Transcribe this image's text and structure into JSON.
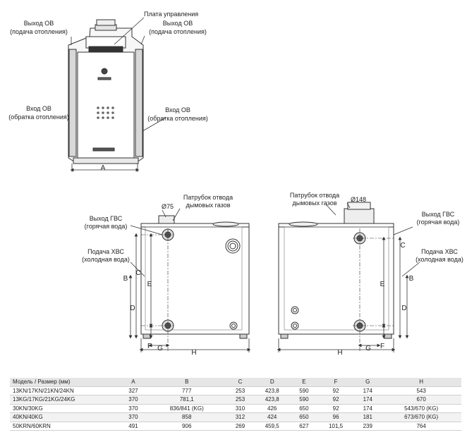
{
  "front_view": {
    "labels": {
      "control_panel": "Плата управления",
      "outlet_left_1": "Выход ОВ",
      "outlet_left_2": "(подача отопления)",
      "outlet_right_1": "Выход ОВ",
      "outlet_right_2": "(подача отопления)",
      "inlet_left_1": "Вход ОВ",
      "inlet_left_2": "(обратка отопления)",
      "inlet_right_1": "Вход ОВ",
      "inlet_right_2": "(обратка отопления)",
      "dim_a": "A"
    }
  },
  "side_view_left": {
    "labels": {
      "flue_1": "Патрубок отвода",
      "flue_2": "дымовых газов",
      "diameter": "Ø75",
      "dhw_out_1": "Выход ГВС",
      "dhw_out_2": "(горячая вода)",
      "cold_in_1": "Подача ХВС",
      "cold_in_2": "(холодная вода)",
      "dim_b": "B",
      "dim_c": "C",
      "dim_d": "D",
      "dim_e": "E",
      "dim_f": "F",
      "dim_g": "G",
      "dim_h": "H"
    }
  },
  "side_view_right": {
    "labels": {
      "flue_1": "Патрубок отвода",
      "flue_2": "дымовых газов",
      "diameter": "Ø148",
      "dhw_out_1": "Выход ГВС",
      "dhw_out_2": "(горячая вода)",
      "cold_in_1": "Подача ХВС",
      "cold_in_2": "(холодная вода)",
      "dim_b": "B",
      "dim_c": "C",
      "dim_d": "D",
      "dim_e": "E",
      "dim_f": "F",
      "dim_g": "G",
      "dim_h": "H"
    }
  },
  "table": {
    "headers": [
      "Модель / Размер (мм)",
      "A",
      "B",
      "C",
      "D",
      "E",
      "F",
      "G",
      "H"
    ],
    "rows": [
      [
        "13KN/17KN/21KN/24KN",
        "327",
        "777",
        "253",
        "423,8",
        "590",
        "92",
        "174",
        "543"
      ],
      [
        "13KG/17KG/21KG/24KG",
        "370",
        "781,1",
        "253",
        "423,8",
        "590",
        "92",
        "174",
        "670"
      ],
      [
        "30KN/30KG",
        "370",
        "836/841 (KG)",
        "310",
        "426",
        "650",
        "92",
        "174",
        "543/670 (KG)"
      ],
      [
        "40KN/40KG",
        "370",
        "858",
        "312",
        "424",
        "650",
        "96",
        "181",
        "673/670 (KG)"
      ],
      [
        "50KRN/60KRN",
        "491",
        "906",
        "269",
        "459,5",
        "627",
        "101,5",
        "239",
        "764"
      ]
    ]
  },
  "colors": {
    "line": "#333333",
    "table_header": "#e6e6e6",
    "table_stripe": "#f2f2f2"
  }
}
